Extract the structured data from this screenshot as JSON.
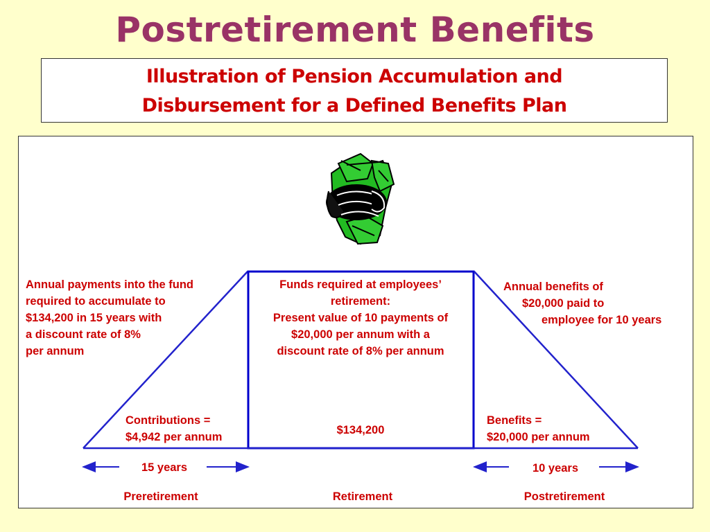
{
  "title": "Postretirement Benefits",
  "subtitle": {
    "line1": "Illustration of Pension Accumulation and",
    "line2": "Disbursement for a Defined Benefits Plan"
  },
  "icon": "hand-holding-money-icon",
  "colors": {
    "title": "#993366",
    "text": "#cc0000",
    "lines": "#2222cc",
    "background": "#ffffcc"
  },
  "left": {
    "lines": [
      "Annual payments into the fund",
      "required to accumulate to",
      "$134,200 in 15 years with",
      "a discount rate of 8%",
      "per annum"
    ],
    "contributions": [
      "Contributions =",
      "$4,942 per annum"
    ],
    "duration": "15 years",
    "phase": "Preretirement"
  },
  "center": {
    "lines": [
      "Funds required at employees’",
      "retirement:",
      "Present value of 10 payments of",
      "$20,000 per annum with a",
      "discount rate of 8% per annum"
    ],
    "amount": "$134,200",
    "phase": "Retirement"
  },
  "right": {
    "lines": [
      "Annual benefits of",
      "$20,000  paid to",
      "employee for 10 years"
    ],
    "benefits": [
      "Benefits =",
      "$20,000 per annum"
    ],
    "duration": "10 years",
    "phase": "Postretirement"
  }
}
